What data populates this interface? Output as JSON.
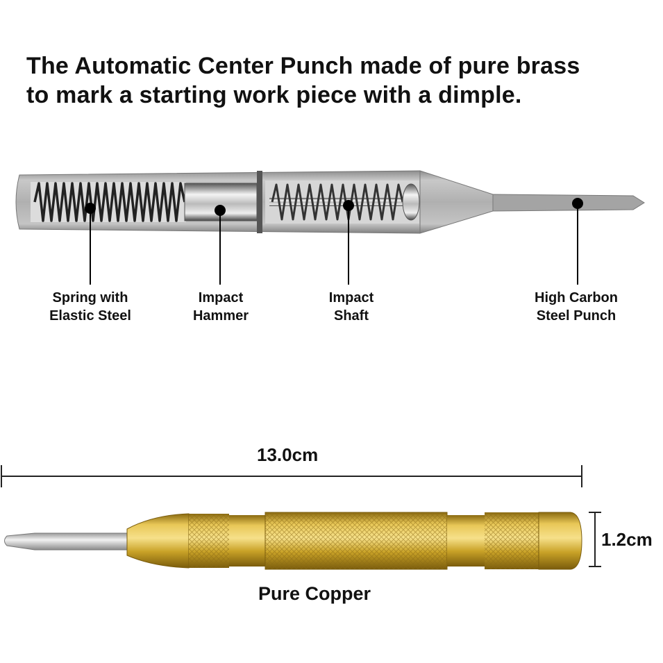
{
  "headline": {
    "line1": "The Automatic Center Punch made of pure brass",
    "line2": "to mark a starting work piece with a dimple."
  },
  "parts": [
    {
      "line1": "Spring with",
      "line2": "Elastic Steel"
    },
    {
      "line1": "Impact",
      "line2": "Hammer"
    },
    {
      "line1": "Impact",
      "line2": "Shaft"
    },
    {
      "line1": "High Carbon",
      "line2": "Steel Punch"
    }
  ],
  "dimensions": {
    "length": "13.0cm",
    "diameter": "1.2cm"
  },
  "material": "Pure Copper",
  "colors": {
    "steel": "#a9a9a9",
    "brass": "#c9a227",
    "text": "#111111"
  }
}
